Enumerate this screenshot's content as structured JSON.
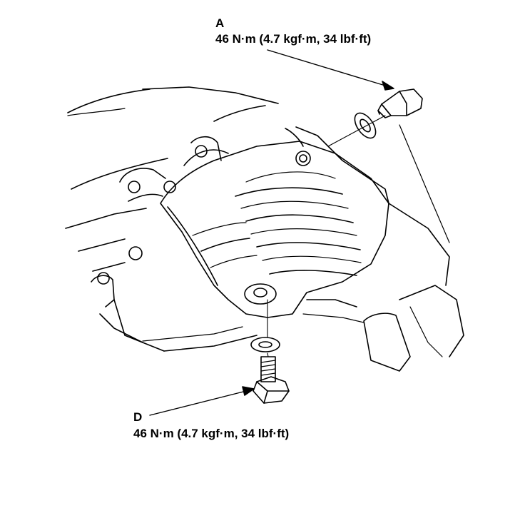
{
  "callouts": {
    "a": {
      "letter": "A",
      "torque": "46 N·m (4.7 kgf·m, 34 lbf·ft)"
    },
    "d": {
      "letter": "D",
      "torque": "46 N·m (4.7 kgf·m, 34 lbf·ft)"
    }
  },
  "parts": {
    "bolt_a": "bolt-icon",
    "washer_a": "washer-icon",
    "bolt_d": "bolt-icon",
    "washer_d": "washer-icon"
  },
  "colors": {
    "line": "#000000",
    "background": "#ffffff"
  }
}
